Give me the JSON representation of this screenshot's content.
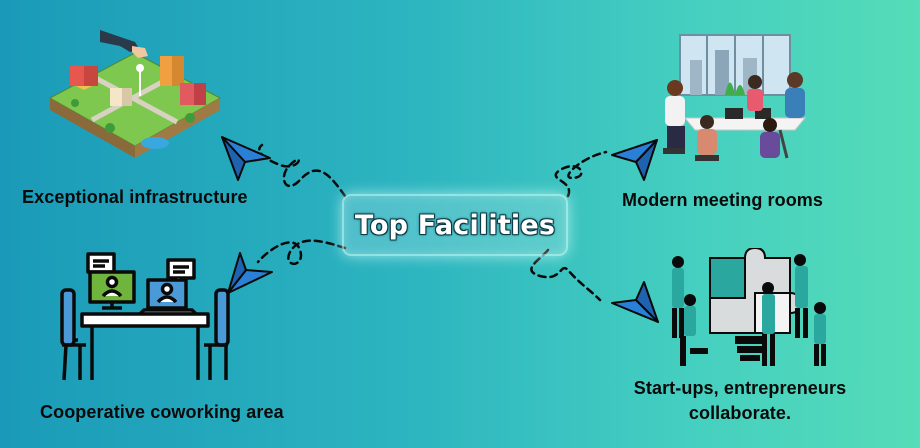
{
  "diagram": {
    "center": {
      "title": "Top Facilities"
    },
    "nodes": [
      {
        "id": "infrastructure",
        "label": "Exceptional infrastructure",
        "illustration": "city-blocks-icon"
      },
      {
        "id": "meeting",
        "label": "Modern meeting rooms",
        "illustration": "meeting-room-icon"
      },
      {
        "id": "cowork",
        "label": "Cooperative coworking area",
        "illustration": "coworking-desk-icon"
      },
      {
        "id": "startups",
        "label": "Start-ups, entrepreneurs collaborate.",
        "illustration": "puzzle-team-icon"
      }
    ],
    "connector_style": "dashed-loop-with-paper-plane",
    "colors": {
      "background_left": "#1a9ab8",
      "background_right": "#55dcb8",
      "plane": "#2a7fd6",
      "text": "#0a0a0a",
      "title_text": "#ffffff"
    }
  }
}
